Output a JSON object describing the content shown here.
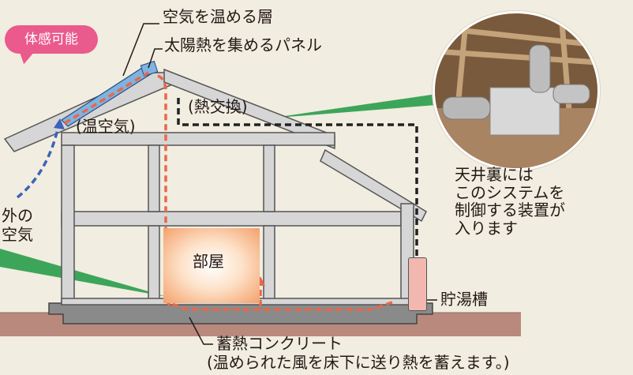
{
  "badge": {
    "text": "体感可能"
  },
  "labels": {
    "warm_layer": "空気を温める層",
    "solar_panel": "太陽熱を集めるパネル",
    "heat_exchange": "(熱交換)",
    "warm_air": "(温空気)",
    "outside_air_line1": "外の",
    "outside_air_line2": "空気",
    "room": "部屋",
    "tank": "貯湯槽",
    "attic_note": [
      "天井裏には",
      "このシステムを",
      "制御する装置が",
      "入ります"
    ],
    "concrete_title": "蓄熱コンクリート",
    "concrete_note": "(温められた風を床下に送り熱を蓄えます。)"
  },
  "colors": {
    "background": "#f1ede0",
    "badge": "#ea5a8c",
    "air_flow_red": "#e8684a",
    "outside_air_blue": "#3a63b8",
    "heat_exchange_line": "#222222",
    "wall_gray": "#d6d6d6",
    "green_pointer": "#3da55a",
    "ground": "#b9897d"
  },
  "icons": [
    "arrow-up-icon",
    "arrow-down-icon"
  ]
}
